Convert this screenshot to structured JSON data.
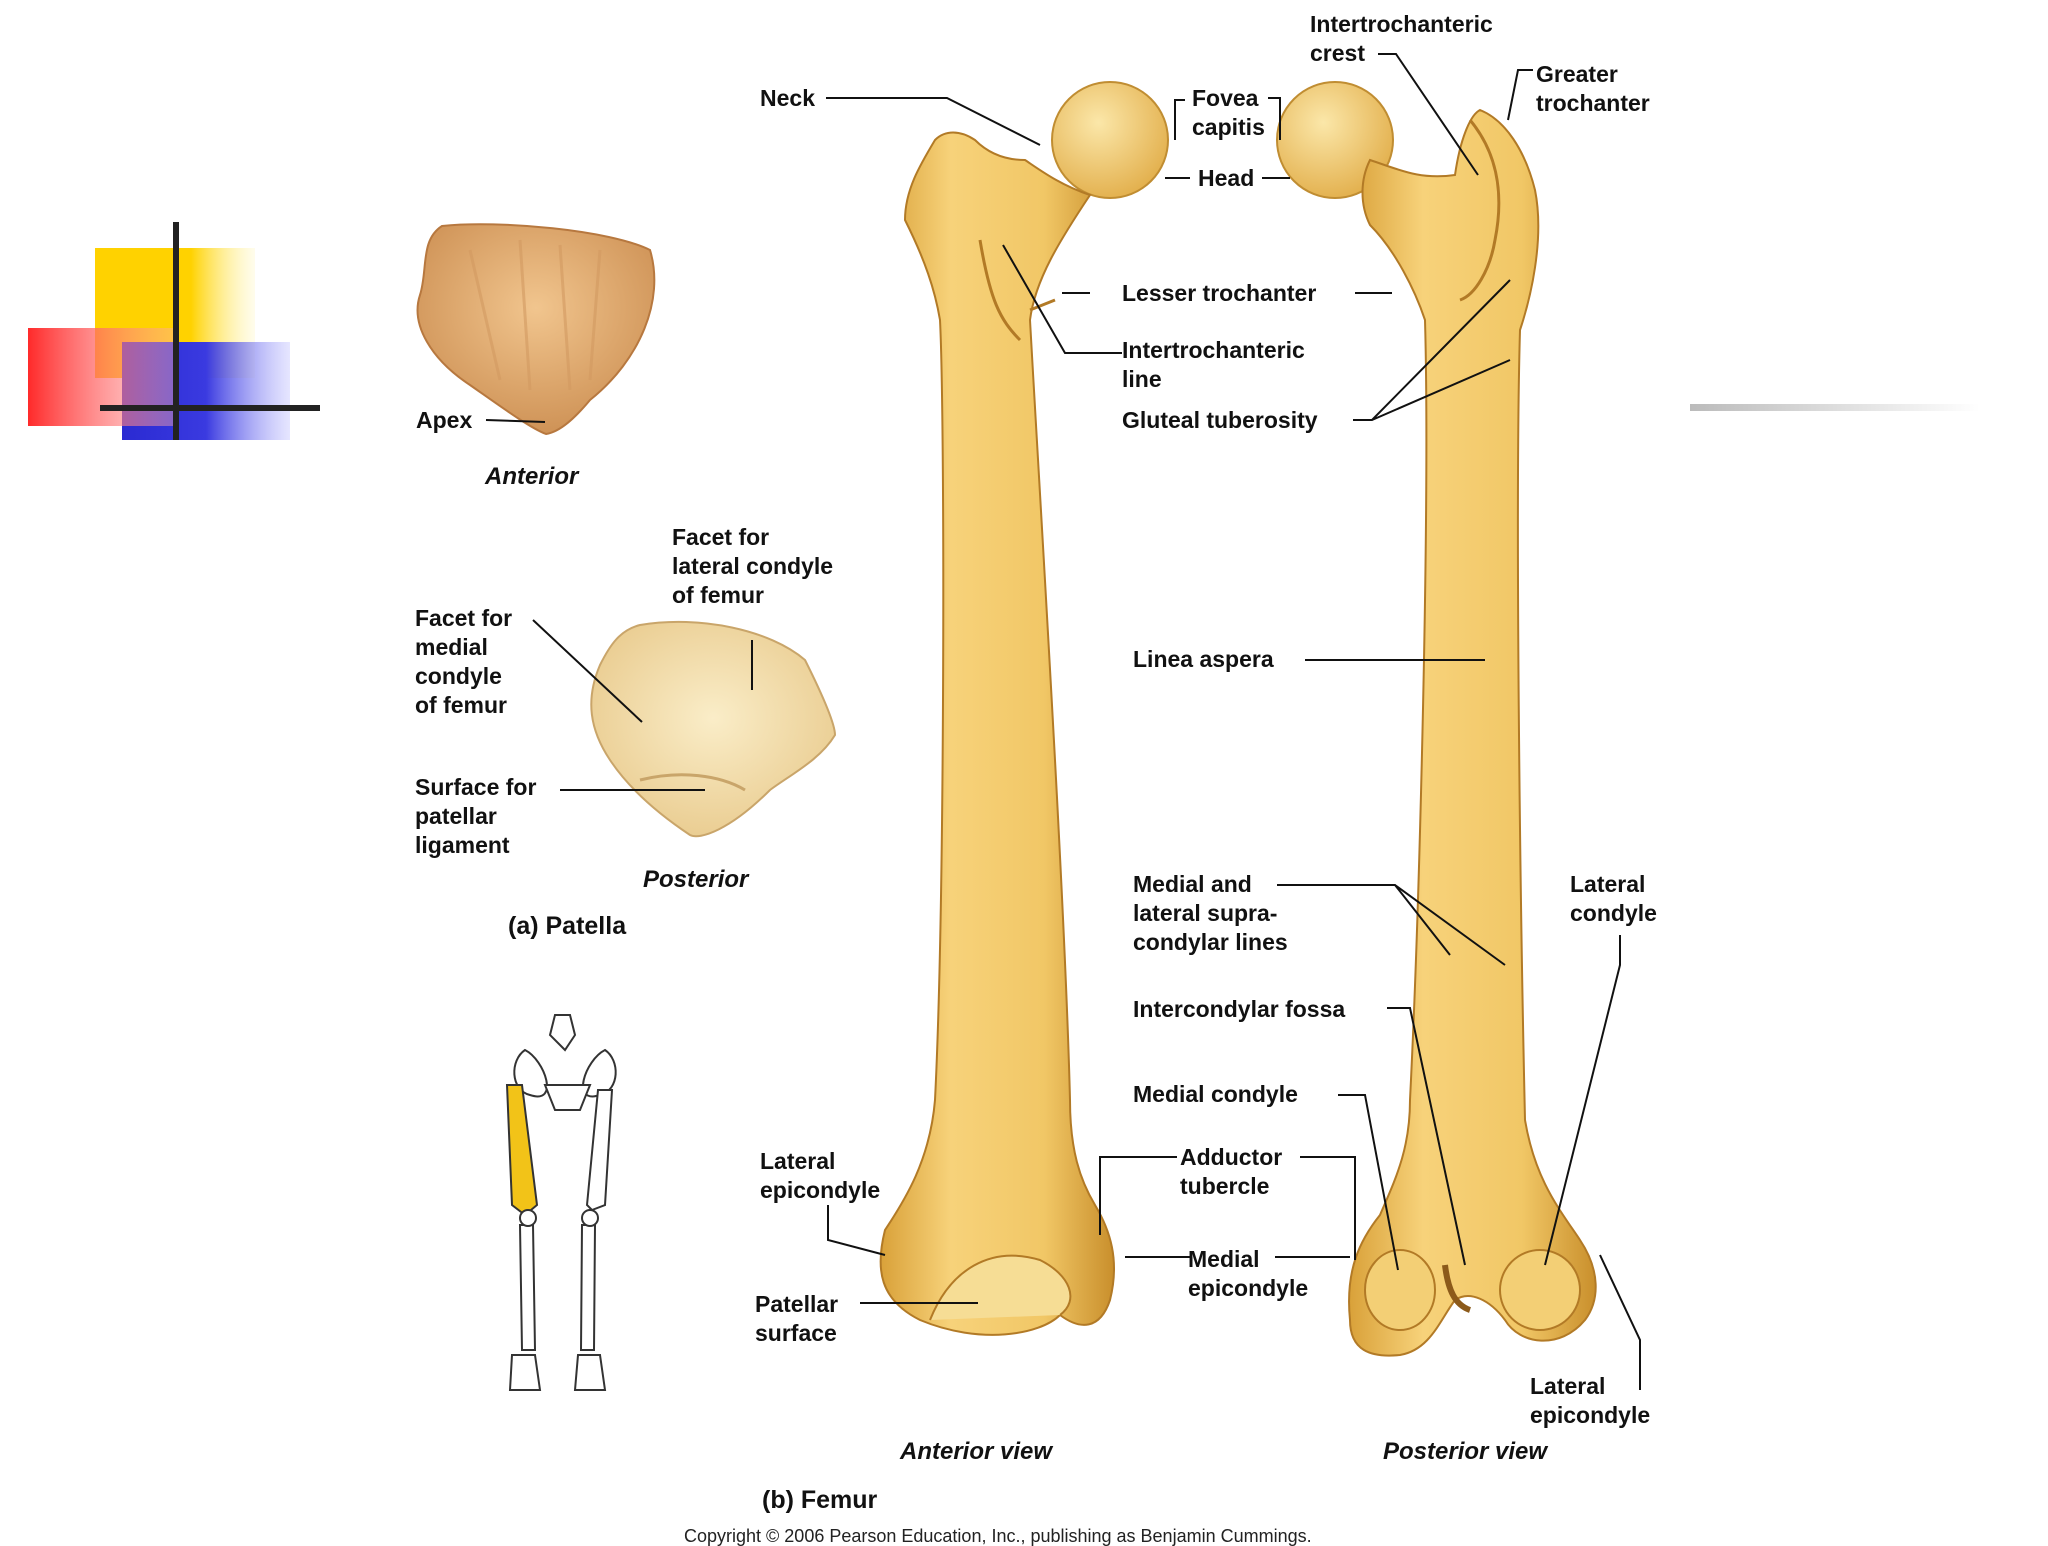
{
  "slide": {
    "decoration": {
      "colors": [
        "#ffd200",
        "#ff2a2a",
        "#2a2ad2",
        "#222222"
      ]
    }
  },
  "figure": {
    "patella": {
      "labels": {
        "apex": "Apex",
        "anterior": "Anterior",
        "facet_lateral": "Facet for\nlateral condyle\nof femur",
        "facet_medial": "Facet for\nmedial\ncondyle\nof femur",
        "surface_patellar_ligament": "Surface for\npatellar\nligament",
        "posterior": "Posterior"
      },
      "caption": "(a) Patella"
    },
    "femur": {
      "labels": {
        "neck": "Neck",
        "fovea_capitis": "Fovea\ncapitis",
        "head": "Head",
        "intertrochanteric_crest": "Intertrochanteric\ncrest",
        "greater_trochanter": "Greater\ntrochanter",
        "lesser_trochanter": "Lesser trochanter",
        "intertrochanteric_line": "Intertrochanteric\nline",
        "gluteal_tuberosity": "Gluteal tuberosity",
        "linea_aspera": "Linea aspera",
        "supracondylar_lines": "Medial and\nlateral supra-\ncondylar lines",
        "lateral_condyle": "Lateral\ncondyle",
        "intercondylar_fossa": "Intercondylar fossa",
        "medial_condyle": "Medial condyle",
        "lateral_epicondyle_anterior": "Lateral\nepicondyle",
        "adductor_tubercle": "Adductor\ntubercle",
        "medial_epicondyle": "Medial\nepicondyle",
        "patellar_surface": "Patellar\nsurface",
        "lateral_epicondyle_posterior": "Lateral\nepicondyle"
      },
      "views": {
        "anterior": "Anterior view",
        "posterior": "Posterior view"
      },
      "caption": "(b) Femur",
      "bone_color": "#ebb94a"
    },
    "skeleton_highlight_color": "#f2c318",
    "copyright": "Copyright © 2006 Pearson Education, Inc., publishing as Benjamin Cummings."
  }
}
